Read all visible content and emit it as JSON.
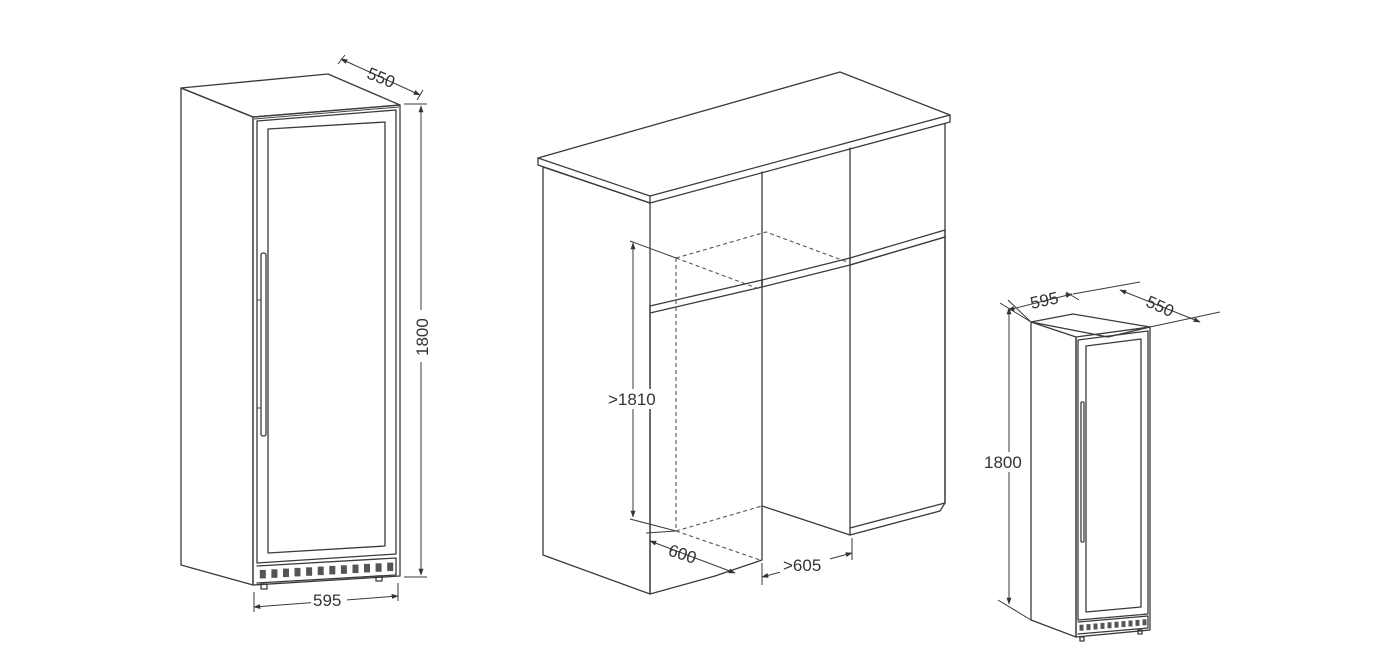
{
  "diagram": {
    "fridge_left": {
      "depth_label": "550",
      "height_label": "1800",
      "width_label": "595"
    },
    "cabinet": {
      "height_label": ">1810",
      "depth_label": "600",
      "width_label": ">605"
    },
    "fridge_right": {
      "width_label": "595",
      "depth_label": "550",
      "height_label": "1800"
    }
  }
}
